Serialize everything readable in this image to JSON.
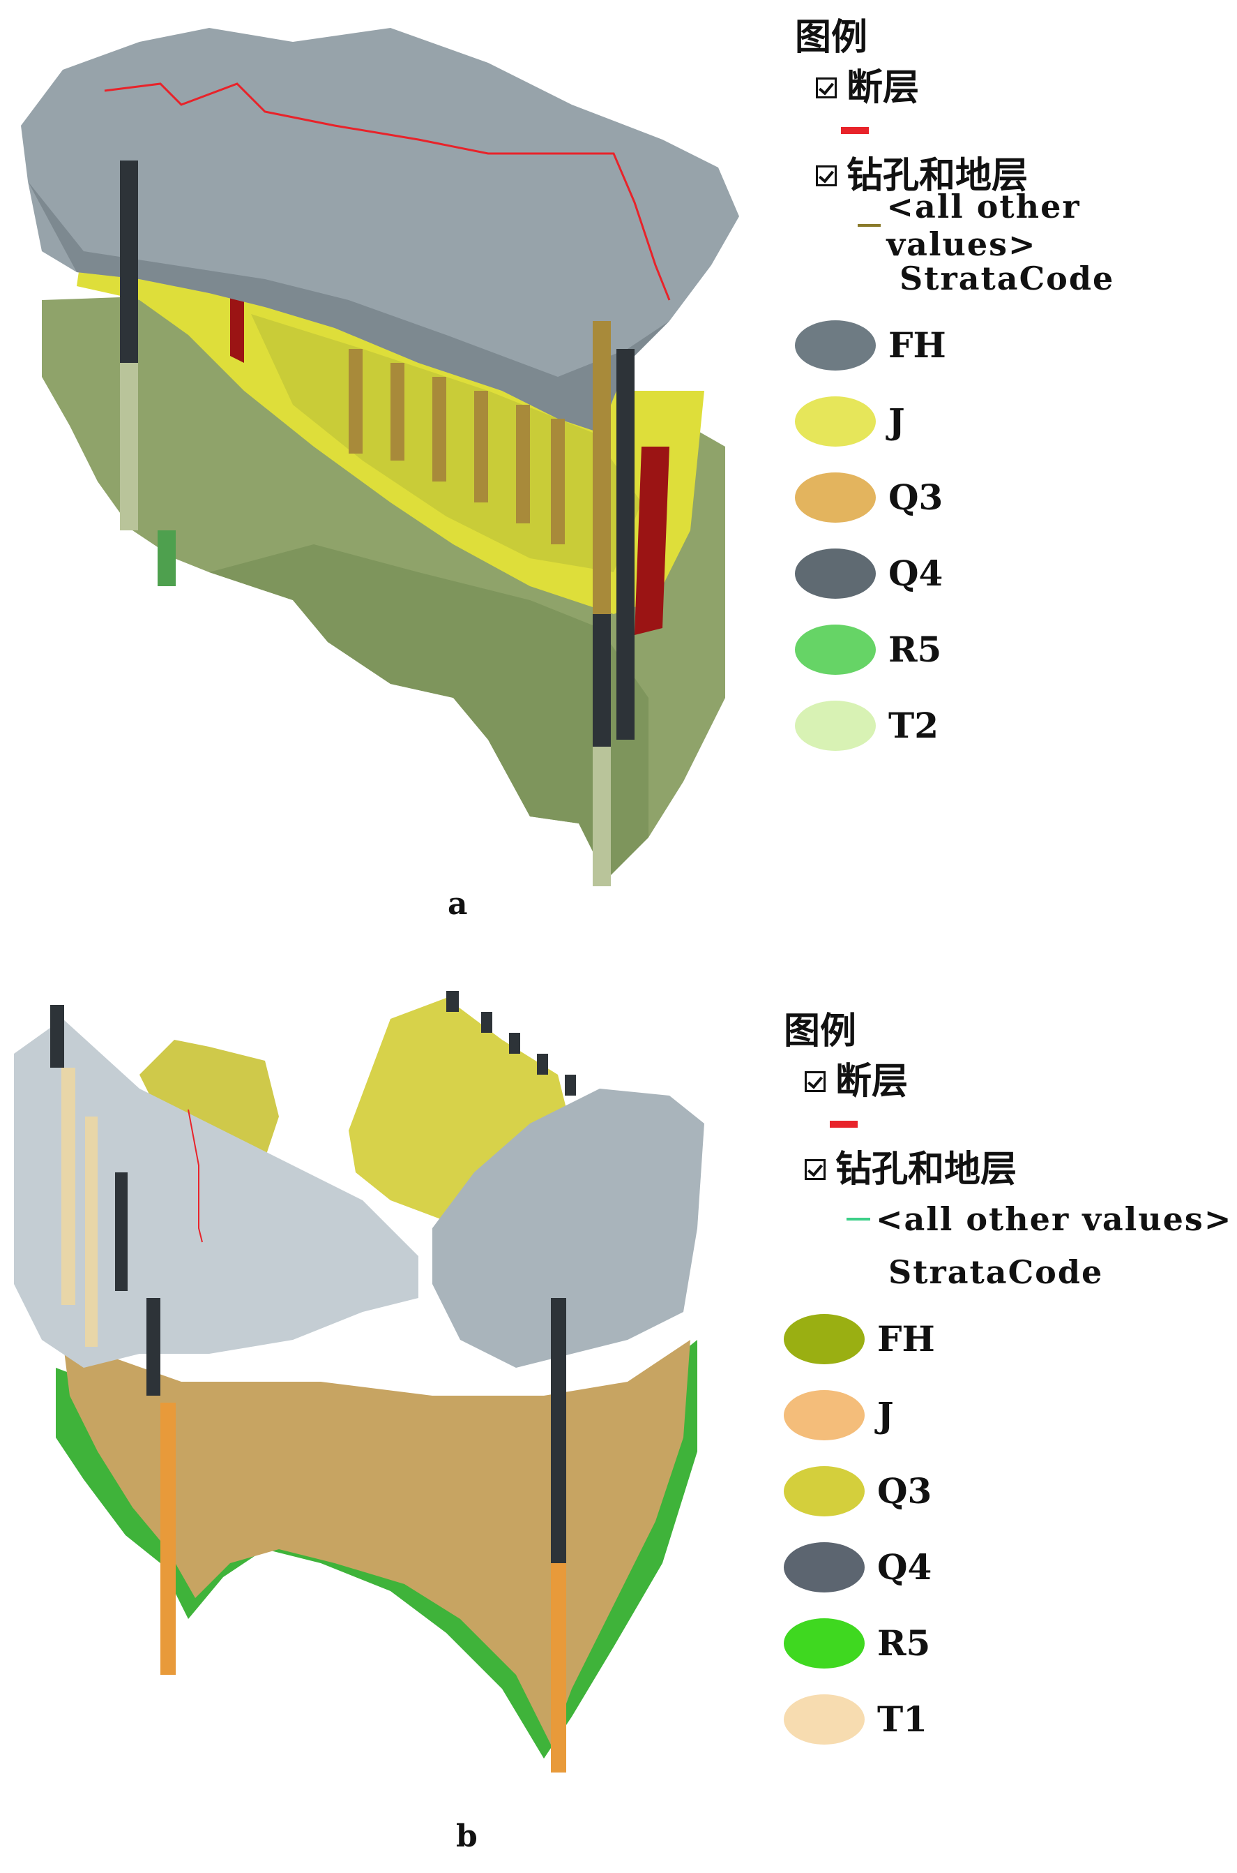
{
  "panels": [
    {
      "id": "a",
      "caption": "a",
      "legend": {
        "title": "图例",
        "fault_layer": "断层",
        "fault_color": "#e8232a",
        "borehole_layer": "钻孔和地层",
        "other_values": "<all other values>",
        "other_color": "#8a7a2a",
        "field": "StrataCode",
        "classes": [
          {
            "label": "FH",
            "color": "#6e7b83"
          },
          {
            "label": "J",
            "color": "#e6e65a"
          },
          {
            "label": "Q3",
            "color": "#e3b45e"
          },
          {
            "label": "Q4",
            "color": "#5f6a72"
          },
          {
            "label": "R5",
            "color": "#66d466"
          },
          {
            "label": "T2",
            "color": "#d8f2b4"
          }
        ]
      }
    },
    {
      "id": "b",
      "caption": "b",
      "legend": {
        "title": "图例",
        "fault_layer": "断层",
        "fault_color": "#e8232a",
        "borehole_layer": "钻孔和地层",
        "other_values": "<all other values>",
        "other_color": "#3ccf88",
        "field": "StrataCode",
        "classes": [
          {
            "label": "FH",
            "color": "#9aaf12"
          },
          {
            "label": "J",
            "color": "#f4bd7a"
          },
          {
            "label": "Q3",
            "color": "#d4cf3c"
          },
          {
            "label": "Q4",
            "color": "#5c6570"
          },
          {
            "label": "R5",
            "color": "#3fd820"
          },
          {
            "label": "T1",
            "color": "#f7dcb0"
          }
        ]
      }
    }
  ]
}
